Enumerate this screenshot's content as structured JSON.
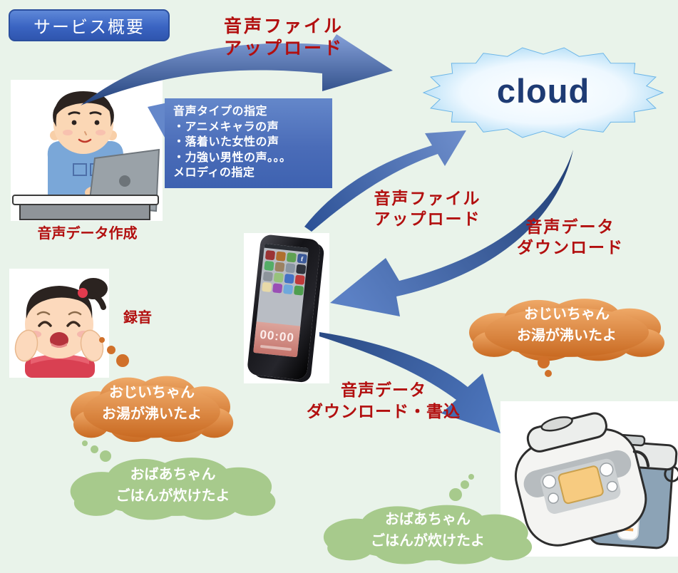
{
  "page": {
    "background": "#e9f3ea"
  },
  "title": "サービス概要",
  "cloud": {
    "label": "cloud"
  },
  "labels": {
    "upload_top": {
      "line1": "音声ファイル",
      "line2": "アップロード"
    },
    "upload_mid": {
      "line1": "音声ファイル",
      "line2": "アップロード"
    },
    "download_right": {
      "line1": "音声データ",
      "line2": "ダウンロード"
    },
    "download_write": {
      "line1": "音声データ",
      "line2": "ダウンロード・書込"
    }
  },
  "callout": {
    "lines": [
      "音声タイプの指定",
      "・アニメキャラの声",
      "・落着いた女性の声",
      "・力強い男性の声。。。",
      "メロディの指定"
    ]
  },
  "captions": {
    "person": "音声データ作成",
    "record": "録音"
  },
  "bubbles": {
    "grandpa_left": {
      "line1": "おじいちゃん",
      "line2": "お湯が沸いたよ"
    },
    "grandpa_right": {
      "line1": "おじいちゃん",
      "line2": "お湯が沸いたよ"
    },
    "grandma_left": {
      "line1": "おばあちゃん",
      "line2": "ごはんが炊けたよ"
    },
    "grandma_bottom": {
      "line1": "おばあちゃん",
      "line2": "ごはんが炊けたよ"
    }
  },
  "phone": {
    "clock": "00:00",
    "facebook_icon_label": "f"
  },
  "colors": {
    "red_text": "#b20f0f",
    "arrow_dark": "#1f3e78",
    "arrow_light": "#7e99d2",
    "orange_bubble_top": "#efa968",
    "orange_bubble_bottom": "#c96a22",
    "green_bubble": "#a7ca8c",
    "title_blue": "#3a64c2",
    "callout_top": "#6487ca",
    "callout_bottom": "#3e62b0",
    "cloud_edge": "#7cc3ee",
    "cloud_text": "#1e3b74"
  }
}
